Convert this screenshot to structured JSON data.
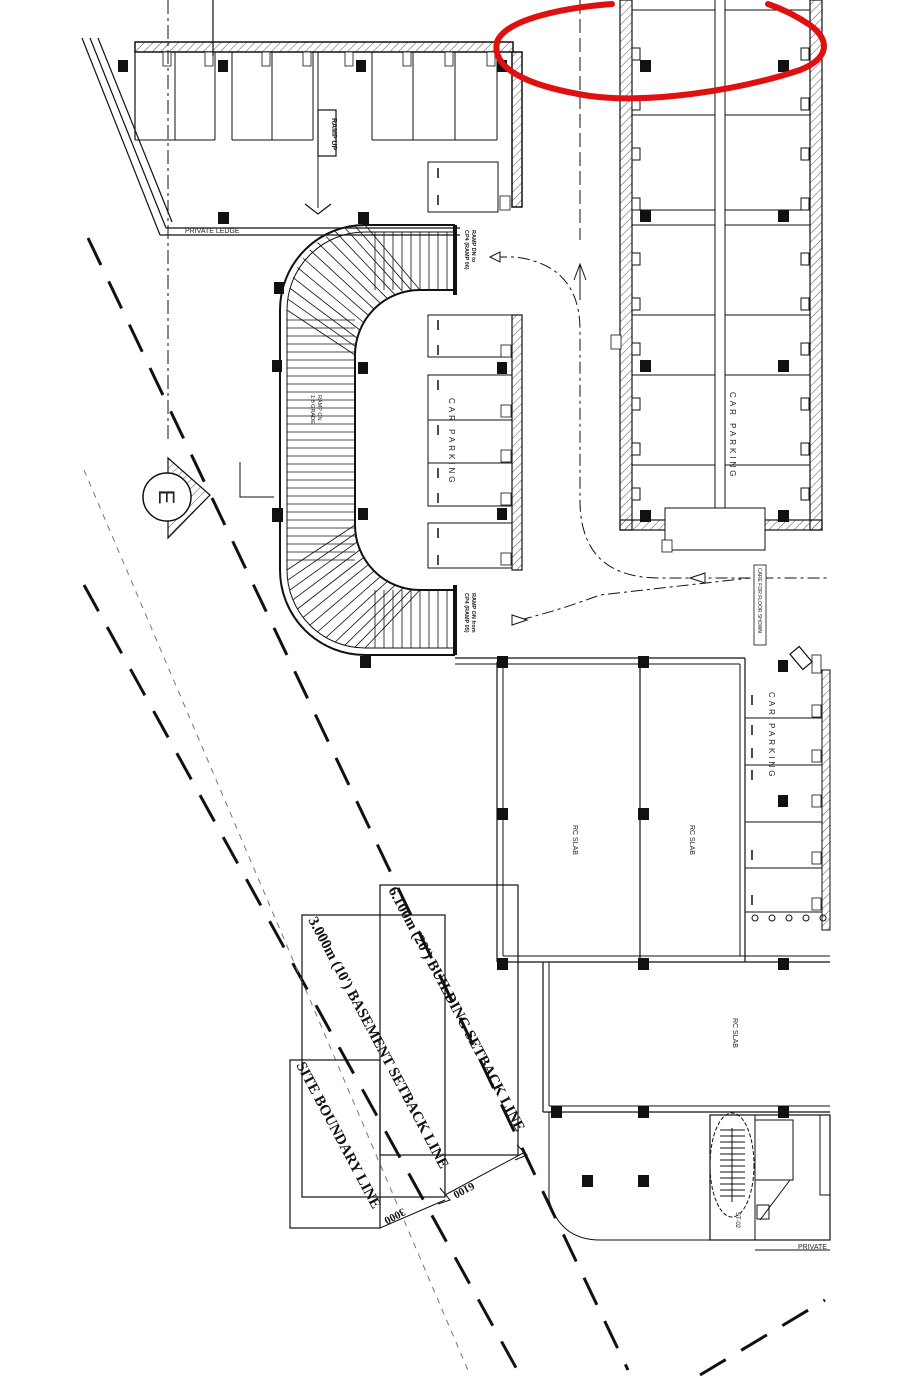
{
  "labels": {
    "car_parking": "CAR PARKING",
    "rc_slab": "RC SLAB",
    "private_ledge": "PRIVATE LEDGE",
    "private": "PRIVATE",
    "ramp_up": "RAMP UP",
    "ramp_dn_to": "RAMP DN to",
    "ramp_dn_to_sub": "CP4 (RAMP 06)",
    "ramp_on_from": "RAMP ON from",
    "ramp_on_from_sub": "CP4 (RAMP 05)",
    "ramp_center_1": "RAMP ON",
    "ramp_center_2": "1:8 GRADE",
    "elevation_marker": "E",
    "st_label": "ST-02",
    "dim_6100": "6100",
    "dim_3000": "3000",
    "building_setback": "6.100m (20') BUILDING SETBACK LINE",
    "basement_setback": "3.000m (10') BASEMENT SETBACK LINE",
    "site_boundary": "SITE BOUNDARY LINE",
    "side_note": "CARE FOR FLOOR SHOWN"
  },
  "colors": {
    "ink": "#111111",
    "highlight": "#e01010",
    "hatch": "#555555"
  },
  "icons": {
    "highlight": "red-freehand-ellipse",
    "compass": "elevation-marker-circle"
  }
}
